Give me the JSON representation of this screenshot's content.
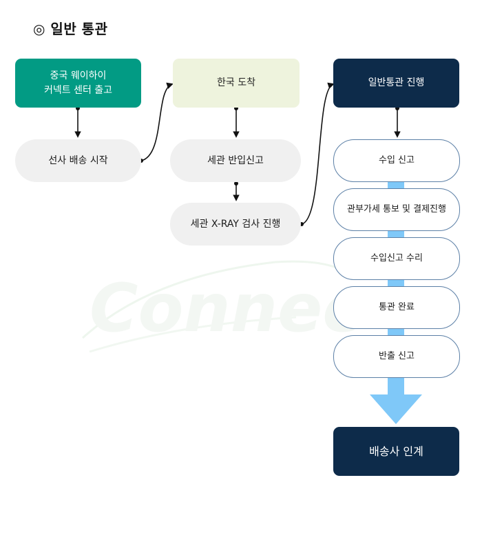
{
  "title": "◎ 일반 통관",
  "colors": {
    "green": "#029b84",
    "cream": "#eef3dd",
    "navy": "#0d2b4a",
    "pill_gray": "#f0f0f0",
    "outline": "#5b7fa6",
    "light_blue": "#7fc8f8"
  },
  "columns": [
    {
      "header": "중국 웨이하이\n커넥트 센터 출고",
      "steps": [
        "선사 배송 시작"
      ]
    },
    {
      "header": "한국 도착",
      "steps": [
        "세관 반입신고",
        "세관 X-RAY 검사 진행"
      ]
    },
    {
      "header": "일반통관 진행",
      "steps": [
        "수입 신고",
        "관부가세 통보 및 결제진행",
        "수입신고 수리",
        "통관 완료",
        "반출 신고"
      ],
      "final": "배송사 인계"
    }
  ]
}
